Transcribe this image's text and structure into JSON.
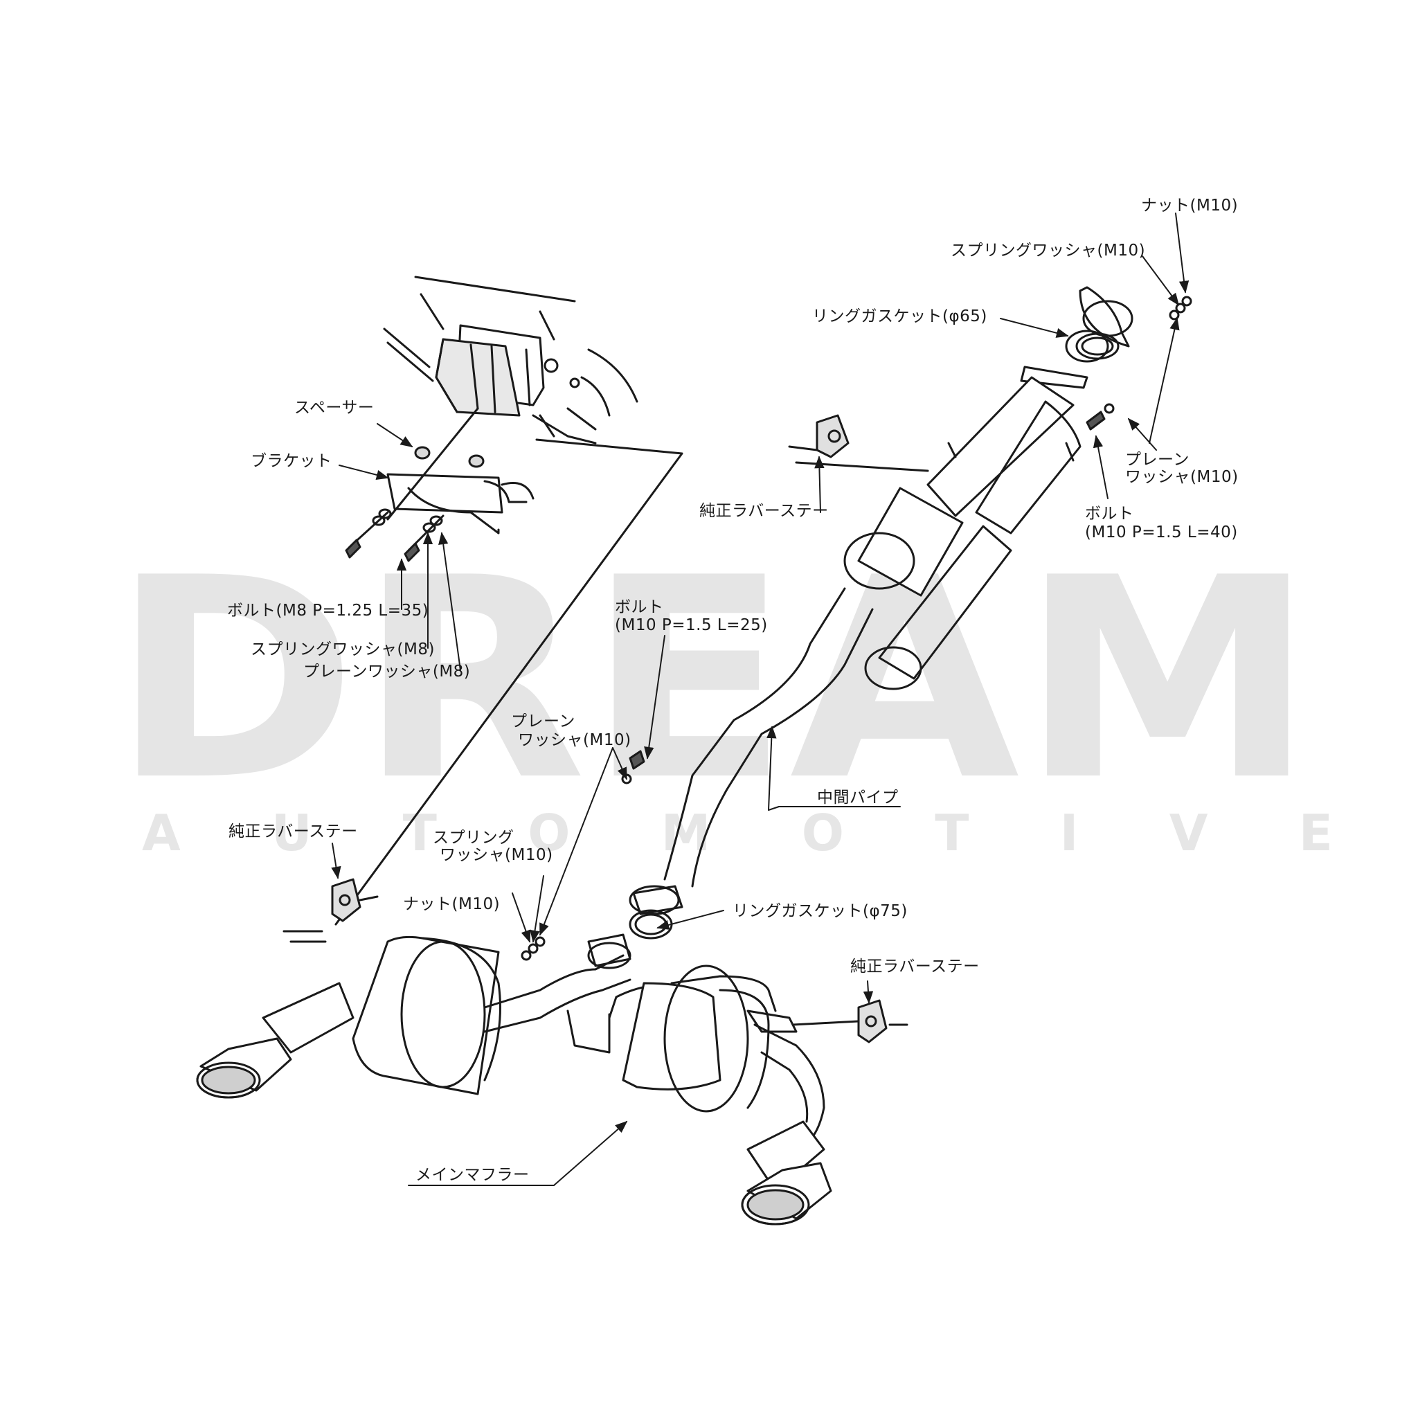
{
  "watermark": {
    "word": "DREAM",
    "sub_letters": [
      "A",
      "U",
      "T",
      "O",
      "M",
      "O",
      "T",
      "I",
      "V",
      "E"
    ]
  },
  "labels": {
    "nut_m10_top": "ナット(M10)",
    "spring_washer_m10_top": "スプリングワッシャ(M10)",
    "ring_gasket_65": "リングガスケット(φ65)",
    "plain_washer_m10_top_l1": "プレーン",
    "plain_washer_m10_top_l2": "ワッシャ(M10)",
    "bolt_m10_40_l1": "ボルト",
    "bolt_m10_40_l2": "(M10 P=1.5 L=40)",
    "rubber_stay_top": "純正ラバーステー",
    "spacer": "スペーサー",
    "bracket": "ブラケット",
    "bolt_m8": "ボルト(M8 P=1.25 L=35)",
    "spring_washer_m8": "スプリングワッシャ(M8)",
    "plain_washer_m8": "プレーンワッシャ(M8)",
    "bolt_m10_25_l1": "ボルト",
    "bolt_m10_25_l2": "(M10 P=1.5 L=25)",
    "plain_washer_m10_mid_l1": "プレーン",
    "plain_washer_m10_mid_l2": "ワッシャ(M10)",
    "middle_pipe": "中間パイプ",
    "rubber_stay_left": "純正ラバーステー",
    "spring_washer_m10_mid_l1": "スプリング",
    "spring_washer_m10_mid_l2": "ワッシャ(M10)",
    "nut_m10_mid": "ナット(M10)",
    "ring_gasket_75": "リングガスケット(φ75)",
    "rubber_stay_right": "純正ラバーステー",
    "main_muffler": "メインマフラー"
  }
}
